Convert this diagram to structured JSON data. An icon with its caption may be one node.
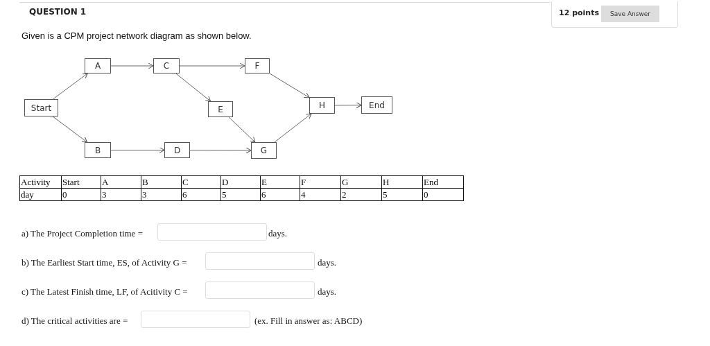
{
  "diagram": {
    "nodes": [
      {
        "text": [
          "A"
        ]
      },
      {
        "text": [
          "C"
        ]
      },
      {
        "text": [
          "F"
        ]
      },
      {
        "text": [
          "Start"
        ]
      },
      {
        "text": [
          "E"
        ]
      },
      {
        "text": [
          "H"
        ]
      },
      {
        "text": [
          "End"
        ]
      },
      {
        "text": [
          "B"
        ]
      },
      {
        "text": [
          "D"
        ]
      },
      {
        "text": [
          "G"
        ]
      }
    ],
    "edges": [
      {
        "from": 3,
        "to": 0,
        "arrow": "to"
      },
      {
        "from": 3,
        "to": 7,
        "arrow": "to"
      },
      {
        "from": 0,
        "to": 1,
        "arrow": "to"
      },
      {
        "from": 1,
        "to": 2,
        "arrow": "to"
      },
      {
        "from": 1,
        "to": 4,
        "arrow": "to"
      },
      {
        "from": 2,
        "to": 5,
        "arrow": "to"
      },
      {
        "from": 7,
        "to": 8,
        "arrow": "to"
      },
      {
        "from": 8,
        "to": 9,
        "arrow": "to"
      },
      {
        "from": 4,
        "to": 9,
        "arrow": "to"
      },
      {
        "from": 9,
        "to": 5,
        "arrow": "to"
      },
      {
        "from": 5,
        "to": 6,
        "arrow": "to"
      }
    ],
    "labels": [
      "QUESTION 1",
      "12 points",
      "Save Answer",
      "Given is a CPM project network diagram as shown below.",
      "Activity",
      "Start",
      "A",
      "B",
      "C",
      "D",
      "E",
      "F",
      "G",
      "H",
      "End",
      "day",
      "0",
      "3",
      "3",
      "6",
      "5",
      "6",
      "4",
      "2",
      "5",
      "0",
      "a) The Project Completion time =",
      "days.",
      "b) The Earliest Start time, ES, of Activity G =",
      "days.",
      "c) The Latest Finish time, LF, of Acitivity C =",
      "days.",
      "d) The critical activities are =",
      "(ex. Fill in answer as: ABCD)"
    ]
  }
}
